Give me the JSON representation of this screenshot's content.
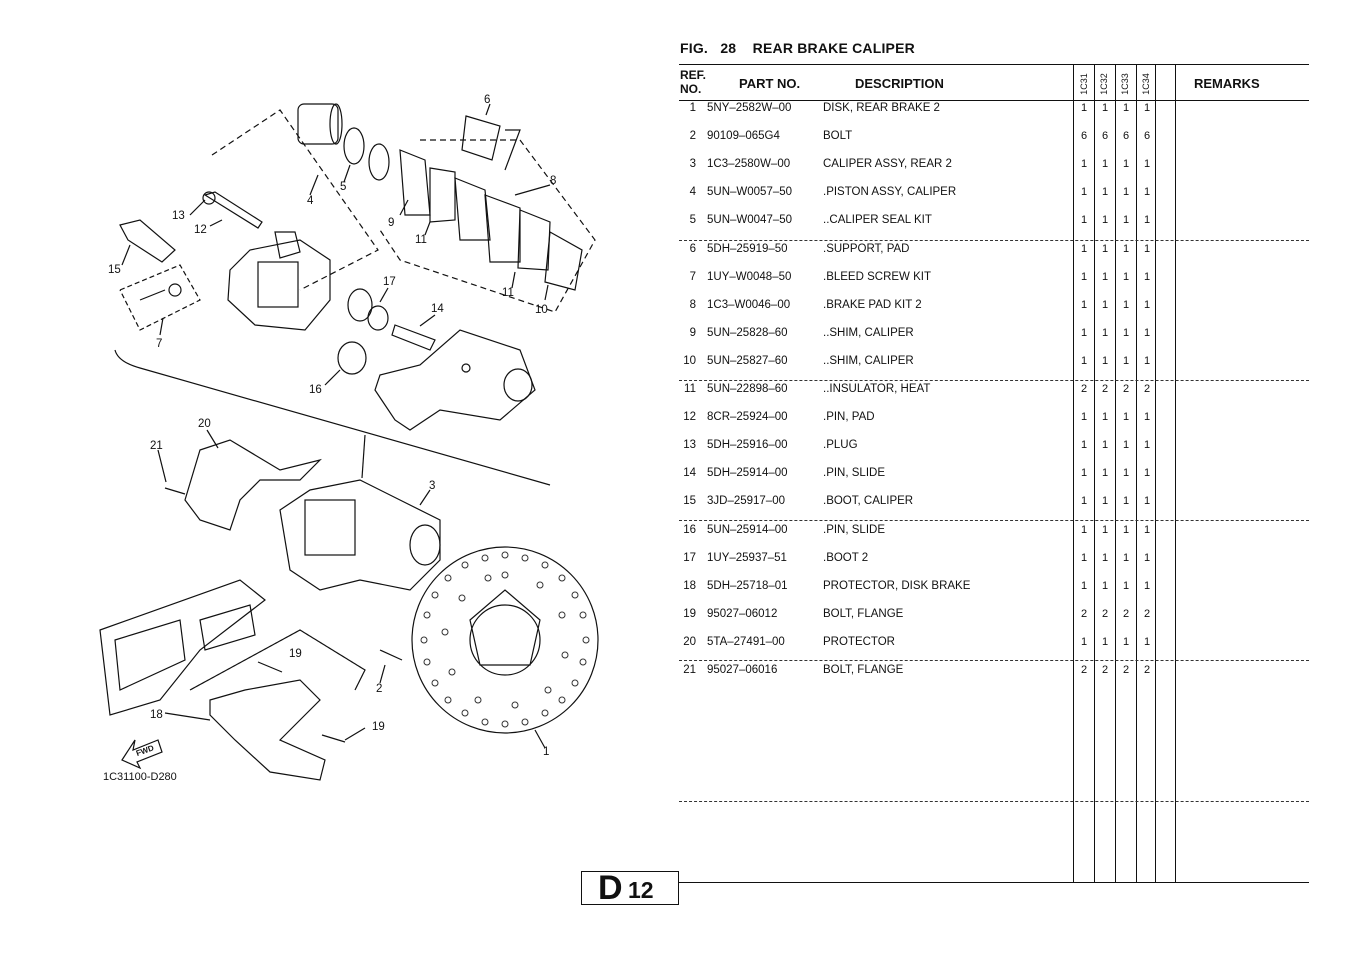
{
  "figure": {
    "label": "FIG.",
    "number": "28",
    "title": "REAR BRAKE CALIPER"
  },
  "headers": {
    "ref_no": [
      "REF.",
      "NO."
    ],
    "part_no": "PART NO.",
    "description": "DESCRIPTION",
    "models": [
      "1C31",
      "1C32",
      "1C33",
      "1C34"
    ],
    "remarks": "REMARKS"
  },
  "parts": [
    {
      "ref": "1",
      "part_no": "5NY–2582W–00",
      "description": "DISK, REAR BRAKE 2",
      "qty": [
        "1",
        "1",
        "1",
        "1"
      ]
    },
    {
      "ref": "2",
      "part_no": "90109–065G4",
      "description": "BOLT",
      "qty": [
        "6",
        "6",
        "6",
        "6"
      ]
    },
    {
      "ref": "3",
      "part_no": "1C3–2580W–00",
      "description": "CALIPER ASSY, REAR 2",
      "qty": [
        "1",
        "1",
        "1",
        "1"
      ]
    },
    {
      "ref": "4",
      "part_no": "5UN–W0057–50",
      "description": ".PISTON ASSY, CALIPER",
      "qty": [
        "1",
        "1",
        "1",
        "1"
      ]
    },
    {
      "ref": "5",
      "part_no": "5UN–W0047–50",
      "description": "..CALIPER SEAL KIT",
      "qty": [
        "1",
        "1",
        "1",
        "1"
      ]
    },
    {
      "ref": "6",
      "part_no": "5DH–25919–50",
      "description": ".SUPPORT, PAD",
      "qty": [
        "1",
        "1",
        "1",
        "1"
      ]
    },
    {
      "ref": "7",
      "part_no": "1UY–W0048–50",
      "description": ".BLEED SCREW KIT",
      "qty": [
        "1",
        "1",
        "1",
        "1"
      ]
    },
    {
      "ref": "8",
      "part_no": "1C3–W0046–00",
      "description": ".BRAKE PAD KIT 2",
      "qty": [
        "1",
        "1",
        "1",
        "1"
      ]
    },
    {
      "ref": "9",
      "part_no": "5UN–25828–60",
      "description": "..SHIM, CALIPER",
      "qty": [
        "1",
        "1",
        "1",
        "1"
      ]
    },
    {
      "ref": "10",
      "part_no": "5UN–25827–60",
      "description": "..SHIM, CALIPER",
      "qty": [
        "1",
        "1",
        "1",
        "1"
      ]
    },
    {
      "ref": "11",
      "part_no": "5UN–22898–60",
      "description": "..INSULATOR, HEAT",
      "qty": [
        "2",
        "2",
        "2",
        "2"
      ]
    },
    {
      "ref": "12",
      "part_no": "8CR–25924–00",
      "description": ".PIN, PAD",
      "qty": [
        "1",
        "1",
        "1",
        "1"
      ]
    },
    {
      "ref": "13",
      "part_no": "5DH–25916–00",
      "description": ".PLUG",
      "qty": [
        "1",
        "1",
        "1",
        "1"
      ]
    },
    {
      "ref": "14",
      "part_no": "5DH–25914–00",
      "description": ".PIN, SLIDE",
      "qty": [
        "1",
        "1",
        "1",
        "1"
      ]
    },
    {
      "ref": "15",
      "part_no": "3JD–25917–00",
      "description": ".BOOT, CALIPER",
      "qty": [
        "1",
        "1",
        "1",
        "1"
      ]
    },
    {
      "ref": "16",
      "part_no": "5UN–25914–00",
      "description": ".PIN, SLIDE",
      "qty": [
        "1",
        "1",
        "1",
        "1"
      ]
    },
    {
      "ref": "17",
      "part_no": "1UY–25937–51",
      "description": ".BOOT 2",
      "qty": [
        "1",
        "1",
        "1",
        "1"
      ]
    },
    {
      "ref": "18",
      "part_no": "5DH–25718–01",
      "description": "PROTECTOR, DISK BRAKE",
      "qty": [
        "1",
        "1",
        "1",
        "1"
      ]
    },
    {
      "ref": "19",
      "part_no": "95027–06012",
      "description": "BOLT, FLANGE",
      "qty": [
        "2",
        "2",
        "2",
        "2"
      ]
    },
    {
      "ref": "20",
      "part_no": "5TA–27491–00",
      "description": "PROTECTOR",
      "qty": [
        "1",
        "1",
        "1",
        "1"
      ]
    },
    {
      "ref": "21",
      "part_no": "95027–06016",
      "description": "BOLT, FLANGE",
      "qty": [
        "2",
        "2",
        "2",
        "2"
      ]
    }
  ],
  "diagram": {
    "code": "1C31100-D280",
    "fwd_label": "FWD",
    "callouts": [
      "1",
      "2",
      "3",
      "4",
      "5",
      "6",
      "7",
      "8",
      "9",
      "10",
      "11",
      "11",
      "12",
      "13",
      "14",
      "15",
      "16",
      "17",
      "18",
      "19",
      "19",
      "20",
      "21"
    ]
  },
  "page": {
    "section": "D",
    "number": "12"
  }
}
